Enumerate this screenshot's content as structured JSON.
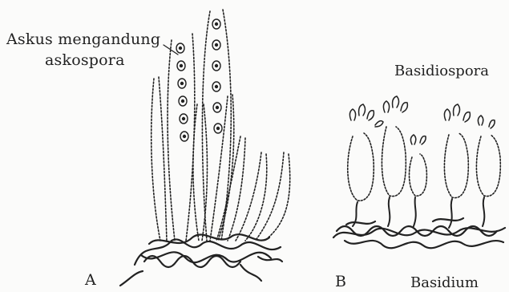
{
  "labels": {
    "askus_line1": "Askus mengandung",
    "askus_line2": "askospora",
    "basidiospora": "Basidiospora",
    "panel_a": "A",
    "panel_b": "B",
    "basidium": "Basidium"
  },
  "colors": {
    "ink": "#222222",
    "paper": "#fbfbfa"
  }
}
